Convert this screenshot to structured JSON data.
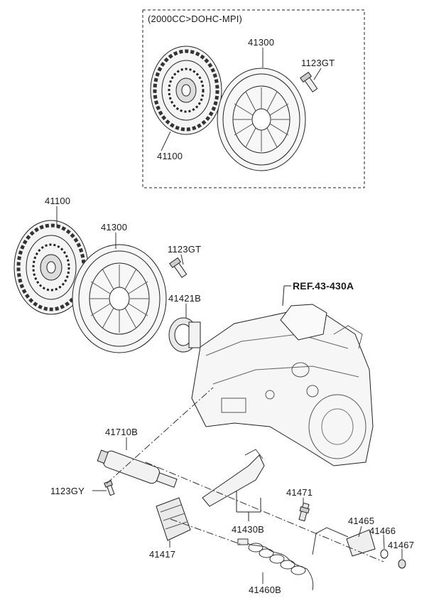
{
  "variant_note": "(2000CC>DOHC-MPI)",
  "reference": "REF.43-430A",
  "parts": {
    "disc_upper": "41100",
    "cover_upper": "41300",
    "bolt_upper": "1123GT",
    "disc_lower": "41100",
    "cover_lower": "41300",
    "bolt_lower": "1123GT",
    "release_bearing": "41421B",
    "release_cylinder": "41710B",
    "cylinder_bolt": "1123GY",
    "fork": "41430B",
    "fitting": "41471",
    "dust_cover": "41417",
    "bracket": "41465",
    "washer": "41466",
    "nut": "41467",
    "hose": "41460B"
  }
}
